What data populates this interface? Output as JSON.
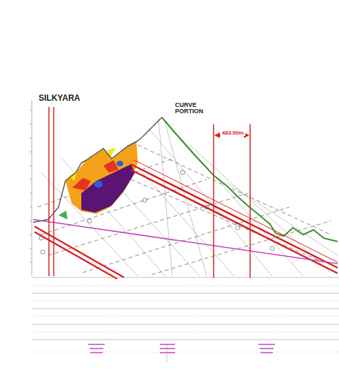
{
  "diagram": {
    "labels": [
      "SILKYARA",
      "CURVE PORTION",
      "483.00m"
    ]
  }
}
